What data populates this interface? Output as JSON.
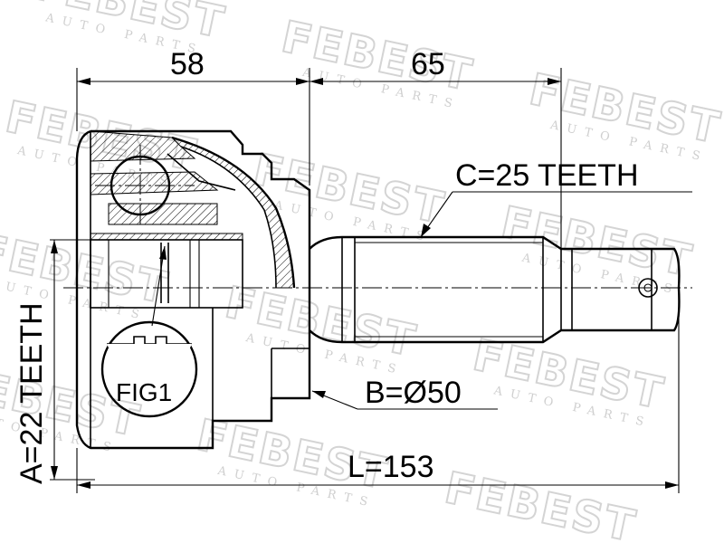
{
  "watermark": {
    "brand": "FEBEST",
    "sub": "AUTO PARTS"
  },
  "dimensions": {
    "outer_length": "58",
    "shaft_length": "65",
    "spline_c": "C=25 TEETH",
    "seal_b": "B=Ø50",
    "total_length": "L=153",
    "spline_a": "A=22 TEETH"
  },
  "labels": {
    "fig": "FIG1"
  }
}
